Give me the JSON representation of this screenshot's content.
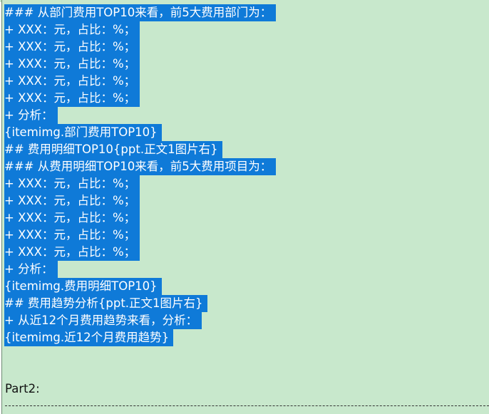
{
  "editor": {
    "lines": [
      "### 从部门费用TOP10来看，前5大费用部门为：",
      "+ XXX：元，占比：%；",
      "+ XXX：元，占比：%；",
      "+ XXX：元，占比：%；",
      "+ XXX：元，占比：%；",
      "+ XXX：元，占比：%；",
      "+ 分析：",
      "{itemimg.部门费用TOP10}",
      "## 费用明细TOP10{ppt.正文1图片右}",
      "### 从费用明细TOP10来看，前5大费用项目为：",
      "+ XXX：元，占比：%；",
      "+ XXX：元，占比：%；",
      "+ XXX：元，占比：%；",
      "+ XXX：元，占比：%；",
      "+ XXX：元，占比：%；",
      "+ 分析：",
      "{itemimg.费用明细TOP10}",
      "## 费用趋势分析{ppt.正文1图片右}",
      "+ 从近12个月费用趋势来看，分析：",
      "{itemimg.近12个月费用趋势}"
    ],
    "part_label": "Part2:",
    "colors": {
      "background": "#c8e8cc",
      "selection": "#0f7ad8",
      "selected_text": "#ffffff"
    }
  }
}
